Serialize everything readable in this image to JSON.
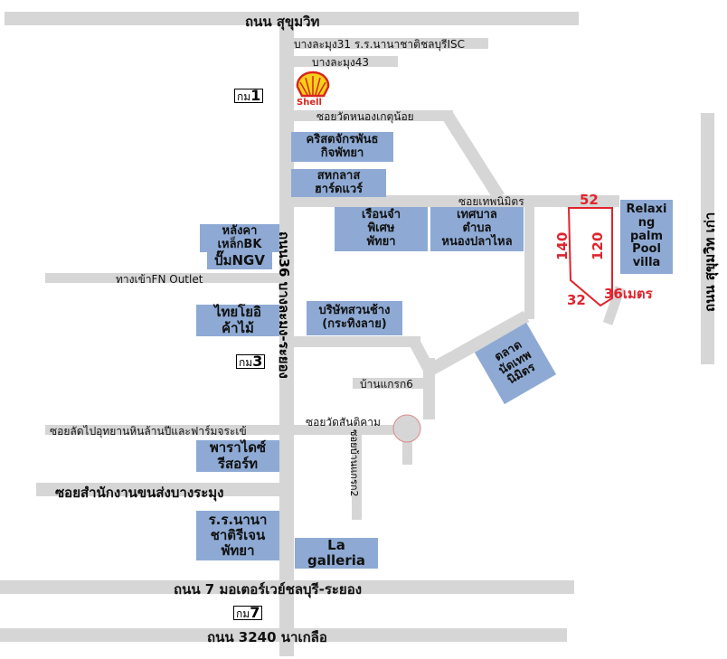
{
  "roads": {
    "sukhumvit": "ถนน สุขุมวิท",
    "banglamung31": "บางละมุง31 ร.ร.นานาชาติชลบุรีISC",
    "banglamung43": "บางละมุง43",
    "soi_nong_ket_noi": "ซอยวัดหนองเกตุน้อย",
    "soi_thep_nimit": "ซอยเทพนิมิตร",
    "fn_outlet": "ทางเข้าFN Outlet",
    "road36": "ถนน36 บางละมุง-ระยอง",
    "ban_krok6": "บ้านแกรก6",
    "soi_wat_san_ti_kham": "ซอยวัดสันติคาม",
    "soi_ban_krok2": "ซอยบ้านแกรก2",
    "shortcut_soi": "ซอยลัดไปอุทยานหินล้านปีและฟาร์มจระเข้",
    "soi_transport_office": "ซอยสำนักงานขนส่งบางระมุง",
    "motorway7": "ถนน 7 มอเตอร์เวย์ชลบุรี-ระยอง",
    "road3240": "ถนน 3240 นาเกลือ",
    "right_vertical": "ถนน สุขุมวิท เก่า"
  },
  "km_markers": [
    {
      "prefix": "กม",
      "num": "1"
    },
    {
      "prefix": "กม",
      "num": "3"
    },
    {
      "prefix": "กม",
      "num": "7"
    }
  ],
  "logo": {
    "brand": "Shell"
  },
  "places": {
    "church": "คริสตจักรพันธ\nกิจพัทยา",
    "hardware": "สหกลาส\nฮาร์ดแวร์",
    "ruen_cham": "เรือนจำ\nพิเศษ\nพัทยา",
    "municipality": "เทศบาล\nตำบล\nหนองปลาไหล",
    "roofing": "หลังคา\nเหล็กBK",
    "ngv": "ปั๊มNGV",
    "toyota": "ไทยโยอิ\nค้าไม้",
    "garden_company": "บริษัทสวนช้าง\n(กระทิงลาย)",
    "market": "ตลาด\nนัดเทพ\nนิมิตร",
    "paradise": "พาราไดซ์\nรีสอร์ท",
    "school": "ร.ร.นานา\nชาติรีเจน\nพัทยา",
    "galleria": "La\ngalleria",
    "relaxing": "Relaxi\nng\npalm\nPool\nvilla"
  },
  "plot": {
    "top": "52",
    "left": "140",
    "right": "120",
    "bottom": "32",
    "width_label": "36เมตร"
  },
  "colors": {
    "road": "#d6d6d6",
    "place": "#8eaad4",
    "plot": "#e0242c"
  }
}
